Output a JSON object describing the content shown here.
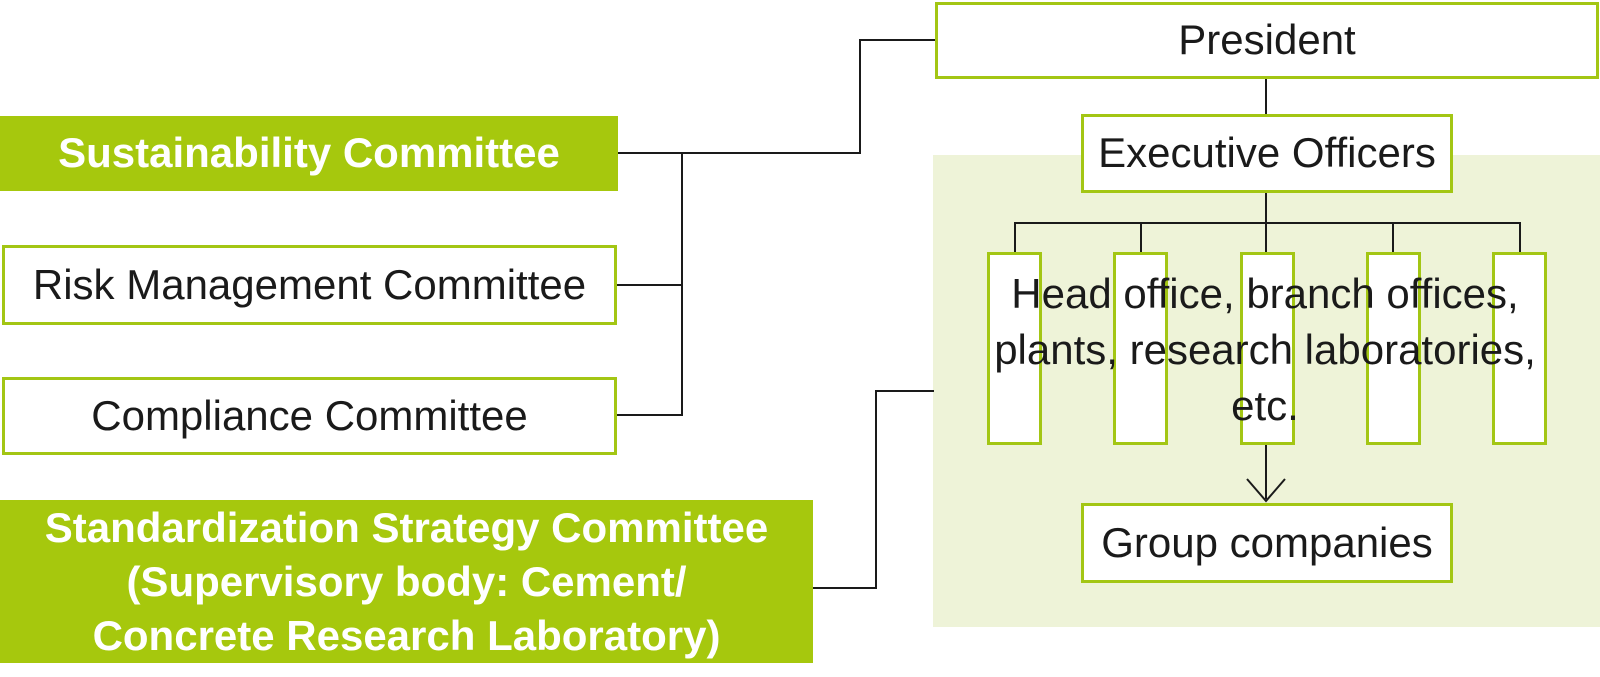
{
  "colors": {
    "green": "#a6c80d",
    "border-green": "#a3c614",
    "panel": "#eef3d8",
    "line": "#1a1a1a",
    "text": "#1a1a1a"
  },
  "committees": {
    "sustainability": {
      "label": "Sustainability Committee"
    },
    "risk": {
      "label": "Risk Management Committee"
    },
    "compliance": {
      "label": "Compliance Committee"
    },
    "standardization": {
      "line1": "Standardization Strategy Committee",
      "line2": "(Supervisory body: Cement/",
      "line3": "Concrete Research Laboratory)"
    }
  },
  "executive": {
    "president": "President",
    "executive_officers": "Executive Officers",
    "offices_line1": "Head office, branch offices,",
    "offices_line2": "plants, research laboratories,",
    "offices_line3": "etc.",
    "group_companies": "Group companies",
    "sub_unit_count": 5
  }
}
